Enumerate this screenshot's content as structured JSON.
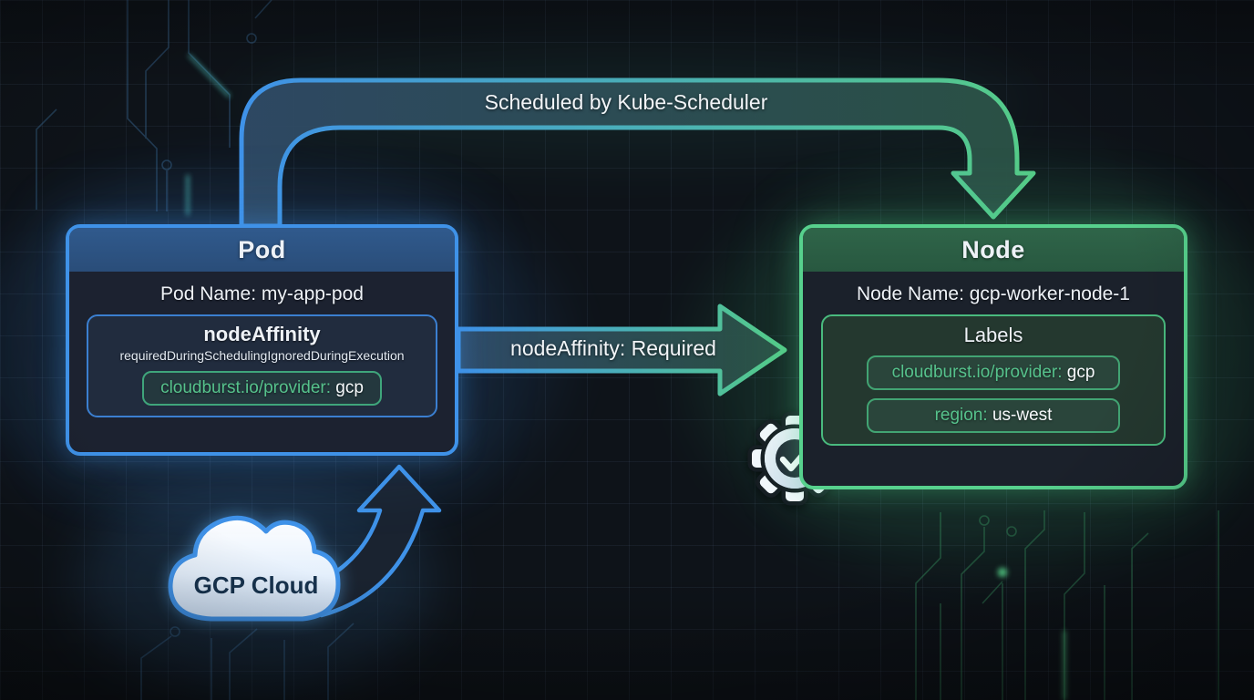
{
  "diagram": {
    "arrows": {
      "scheduled_label": "Scheduled by Kube-Scheduler",
      "affinity_label": "nodeAffinity: Required"
    },
    "pod": {
      "title": "Pod",
      "name_line": "Pod Name: my-app-pod",
      "affinity": {
        "title": "nodeAffinity",
        "subtitle": "requiredDuringSchedulingIgnoredDuringExecution",
        "label_key": "cloudburst.io/provider:",
        "label_value": "gcp"
      }
    },
    "node": {
      "title": "Node",
      "name_line": "Node Name: gcp-worker-node-1",
      "labels": {
        "title": "Labels",
        "items": [
          {
            "key": "cloudburst.io/provider:",
            "value": "gcp"
          },
          {
            "key": "region:",
            "value": "us-west"
          }
        ]
      }
    },
    "cloud": {
      "label": "GCP Cloud"
    },
    "icons": {
      "scheduler_status": "gear-check-icon",
      "cloud_shape": "cloud-icon"
    },
    "colors": {
      "background": "#0e1319",
      "pod_accent": "#3f92e8",
      "node_accent": "#57d18d",
      "pod_header": "#2d5483",
      "node_header": "#2b5f45",
      "label_key_green": "#56c28c",
      "arrow_gradient_start": "#3f92e8",
      "arrow_gradient_end": "#55cc88",
      "circuit_blue": "#3c6f9e",
      "circuit_green": "#2f7a52"
    }
  }
}
